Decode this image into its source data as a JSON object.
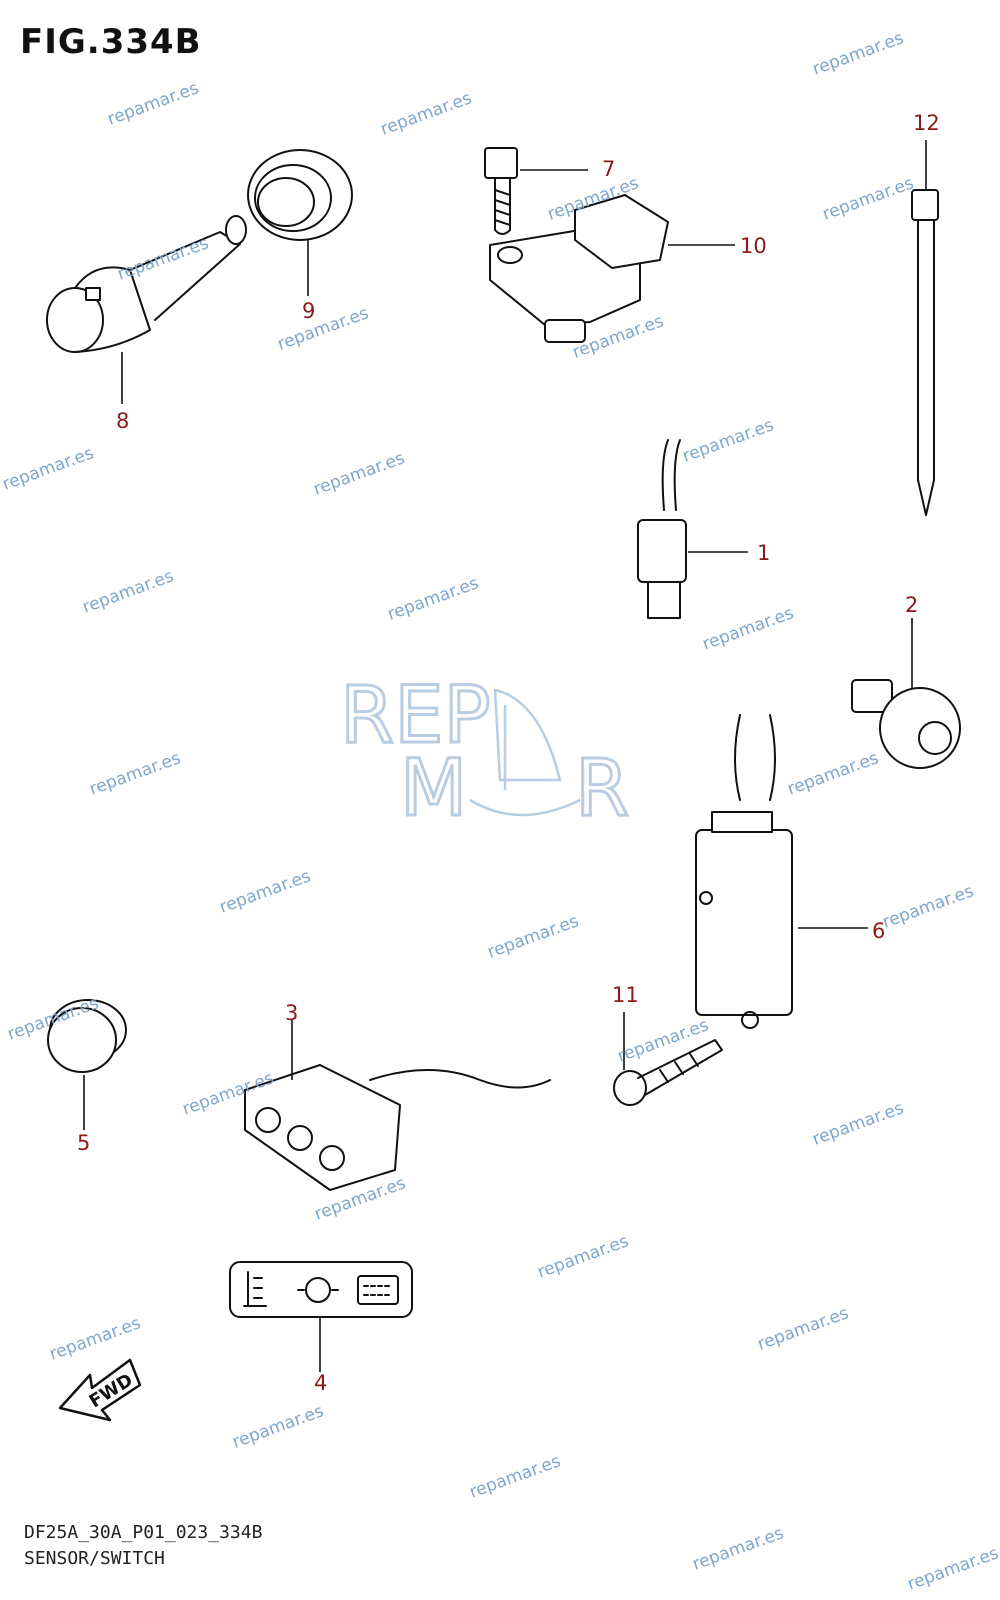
{
  "figure": {
    "title": "FIG.334B",
    "code": "DF25A_30A_P01_023_334B",
    "name": "SENSOR/SWITCH"
  },
  "callouts": [
    "1",
    "2",
    "3",
    "4",
    "5",
    "6",
    "7",
    "8",
    "9",
    "10",
    "11",
    "12"
  ],
  "watermark": {
    "text": "repamar.es",
    "logo_line1": "REP",
    "logo_line2_left": "M",
    "logo_line2_right": "R",
    "color": "#7fa6cc"
  },
  "fwd_label": "FWD",
  "colors": {
    "callout": "#8b1a1a",
    "line": "#111111"
  }
}
